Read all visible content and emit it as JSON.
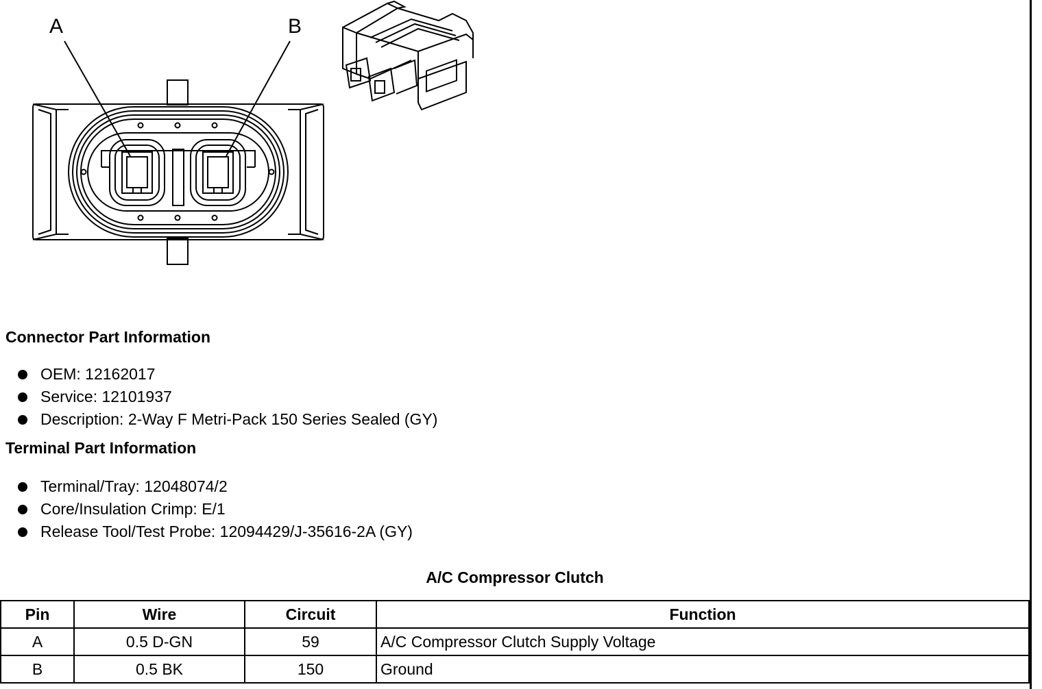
{
  "diagram": {
    "callouts": [
      "A",
      "B"
    ]
  },
  "connector_info": {
    "heading": "Connector Part Information",
    "items": [
      "OEM: 12162017",
      "Service: 12101937",
      "Description: 2-Way F Metri-Pack 150 Series Sealed (GY)"
    ]
  },
  "terminal_info": {
    "heading": "Terminal Part Information",
    "items": [
      "Terminal/Tray: 12048074/2",
      "Core/Insulation Crimp: E/1",
      "Release Tool/Test Probe: 12094429/J-35616-2A (GY)"
    ]
  },
  "pin_table": {
    "title": "A/C Compressor Clutch",
    "headers": [
      "Pin",
      "Wire",
      "Circuit",
      "Function"
    ],
    "rows": [
      [
        "A",
        "0.5 D-GN",
        "59",
        "A/C Compressor Clutch Supply Voltage"
      ],
      [
        "B",
        "0.5 BK",
        "150",
        "Ground"
      ]
    ]
  }
}
